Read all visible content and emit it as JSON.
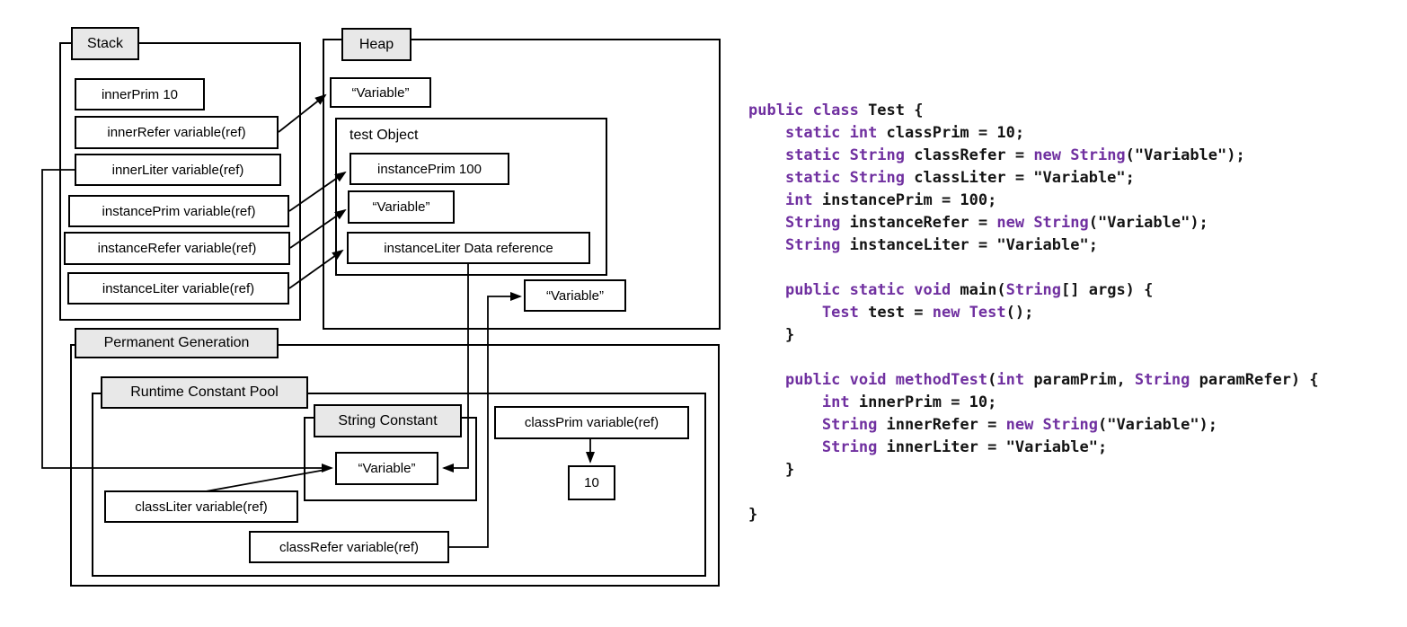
{
  "diagram": {
    "stack": {
      "label": "Stack",
      "items": [
        "innerPrim 10",
        "innerRefer variable(ref)",
        "innerLiter variable(ref)",
        "instancePrim variable(ref)",
        "instanceRefer variable(ref)",
        "instanceLiter variable(ref)"
      ]
    },
    "heap": {
      "label": "Heap",
      "variable_top": "“Variable”",
      "test_object": {
        "label": "test Object",
        "instance_prim": "instancePrim 100",
        "variable": "“Variable”",
        "instance_liter": "instanceLiter Data reference"
      },
      "variable_bottom": "“Variable”"
    },
    "permanent_generation": {
      "label": "Permanent Generation"
    },
    "runtime_constant_pool": {
      "label": "Runtime Constant Pool",
      "class_prim": "classPrim variable(ref)",
      "class_prim_value": "10",
      "class_liter": "classLiter variable(ref)",
      "class_refer": "classRefer variable(ref)"
    },
    "string_constant": {
      "label": "String Constant",
      "variable": "“Variable”"
    },
    "line_color": "#000000",
    "label_fill": "#e8e8e8"
  },
  "code": {
    "keyword_color": "#7030A0",
    "text_color": "#141414",
    "lines": [
      [
        [
          "k",
          "public class "
        ],
        [
          "p",
          "Test {"
        ]
      ],
      [
        [
          "p",
          "    "
        ],
        [
          "k",
          "static int"
        ],
        [
          "p",
          " classPrim = 10;"
        ]
      ],
      [
        [
          "p",
          "    "
        ],
        [
          "k",
          "static String"
        ],
        [
          "p",
          " classRefer = "
        ],
        [
          "k",
          "new String"
        ],
        [
          "p",
          "(\"Variable\");"
        ]
      ],
      [
        [
          "p",
          "    "
        ],
        [
          "k",
          "static String"
        ],
        [
          "p",
          " classLiter = \"Variable\";"
        ]
      ],
      [
        [
          "p",
          "    "
        ],
        [
          "k",
          "int"
        ],
        [
          "p",
          " instancePrim = 100;"
        ]
      ],
      [
        [
          "p",
          "    "
        ],
        [
          "k",
          "String"
        ],
        [
          "p",
          " instanceRefer = "
        ],
        [
          "k",
          "new String"
        ],
        [
          "p",
          "(\"Variable\");"
        ]
      ],
      [
        [
          "p",
          "    "
        ],
        [
          "k",
          "String"
        ],
        [
          "p",
          " instanceLiter = \"Variable\";"
        ]
      ],
      [],
      [
        [
          "p",
          "    "
        ],
        [
          "k",
          "public static void"
        ],
        [
          "p",
          " main("
        ],
        [
          "k",
          "String"
        ],
        [
          "p",
          "[] args) {"
        ]
      ],
      [
        [
          "p",
          "        "
        ],
        [
          "k",
          "Test"
        ],
        [
          "p",
          " test = "
        ],
        [
          "k",
          "new Test"
        ],
        [
          "p",
          "();"
        ]
      ],
      [
        [
          "p",
          "    }"
        ]
      ],
      [],
      [
        [
          "p",
          "    "
        ],
        [
          "k",
          "public void methodTest"
        ],
        [
          "p",
          "("
        ],
        [
          "k",
          "int"
        ],
        [
          "p",
          " paramPrim, "
        ],
        [
          "k",
          "String"
        ],
        [
          "p",
          " paramRefer) {"
        ]
      ],
      [
        [
          "p",
          "        "
        ],
        [
          "k",
          "int"
        ],
        [
          "p",
          " innerPrim = 10;"
        ]
      ],
      [
        [
          "p",
          "        "
        ],
        [
          "k",
          "String"
        ],
        [
          "p",
          " innerRefer = "
        ],
        [
          "k",
          "new String"
        ],
        [
          "p",
          "(\"Variable\");"
        ]
      ],
      [
        [
          "p",
          "        "
        ],
        [
          "k",
          "String"
        ],
        [
          "p",
          " innerLiter = \"Variable\";"
        ]
      ],
      [
        [
          "p",
          "    }"
        ]
      ],
      [],
      [
        [
          "p",
          "}"
        ]
      ]
    ]
  }
}
